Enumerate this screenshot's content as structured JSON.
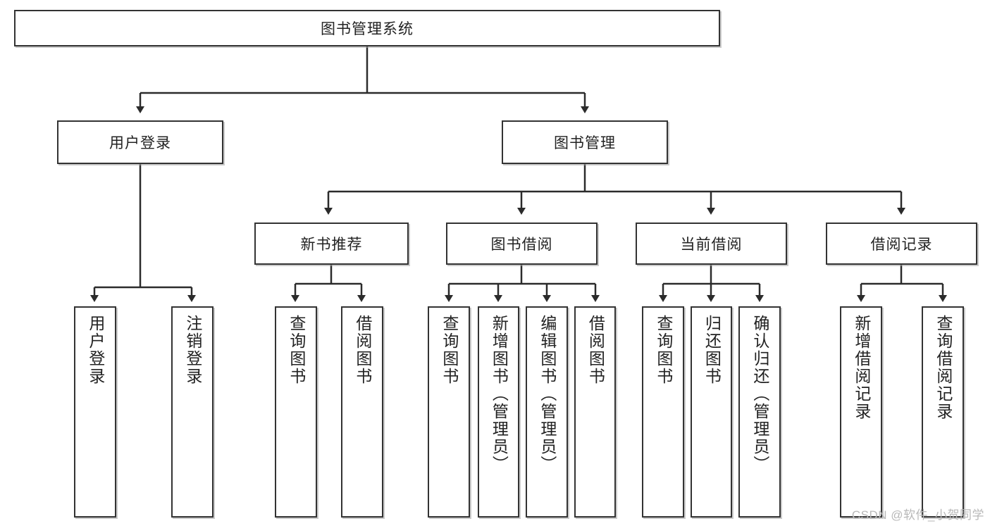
{
  "diagram": {
    "title_node": {
      "label": "图书管理系统"
    },
    "level2": [
      {
        "id": "user-login",
        "label": "用户登录"
      },
      {
        "id": "book-manage",
        "label": "图书管理"
      }
    ],
    "level3": [
      {
        "id": "new-book-recommend",
        "label": "新书推荐"
      },
      {
        "id": "book-borrow",
        "label": "图书借阅"
      },
      {
        "id": "current-borrow",
        "label": "当前借阅"
      },
      {
        "id": "borrow-record",
        "label": "借阅记录"
      }
    ],
    "leaves": [
      {
        "id": "leaf-user-login",
        "label": "用户登录",
        "parent": "user-login"
      },
      {
        "id": "leaf-logout-login",
        "label": "注销登录",
        "parent": "user-login"
      },
      {
        "id": "leaf-query-book-1",
        "label": "查询图书",
        "parent": "new-book-recommend"
      },
      {
        "id": "leaf-borrow-book-1",
        "label": "借阅图书",
        "parent": "new-book-recommend"
      },
      {
        "id": "leaf-query-book-2",
        "label": "查询图书",
        "parent": "book-borrow"
      },
      {
        "id": "leaf-add-book",
        "label": "新增图书（管理员）",
        "parent": "book-borrow"
      },
      {
        "id": "leaf-edit-book",
        "label": "编辑图书（管理员）",
        "parent": "book-borrow"
      },
      {
        "id": "leaf-borrow-book-2",
        "label": "借阅图书",
        "parent": "book-borrow"
      },
      {
        "id": "leaf-query-book-3",
        "label": "查询图书",
        "parent": "current-borrow"
      },
      {
        "id": "leaf-return-book",
        "label": "归还图书",
        "parent": "current-borrow"
      },
      {
        "id": "leaf-confirm-return",
        "label": "确认归还（管理员）",
        "parent": "current-borrow"
      },
      {
        "id": "leaf-add-record",
        "label": "新增借阅记录",
        "parent": "borrow-record"
      },
      {
        "id": "leaf-query-record",
        "label": "查询借阅记录",
        "parent": "borrow-record"
      }
    ],
    "watermark": "CSDN @软件_小贺同学",
    "colors": {
      "box_border": "#333333",
      "box_fill": "#ffffff",
      "connector": "#2b2b2b",
      "text": "#222222",
      "watermark": "#b8b8b8"
    }
  }
}
